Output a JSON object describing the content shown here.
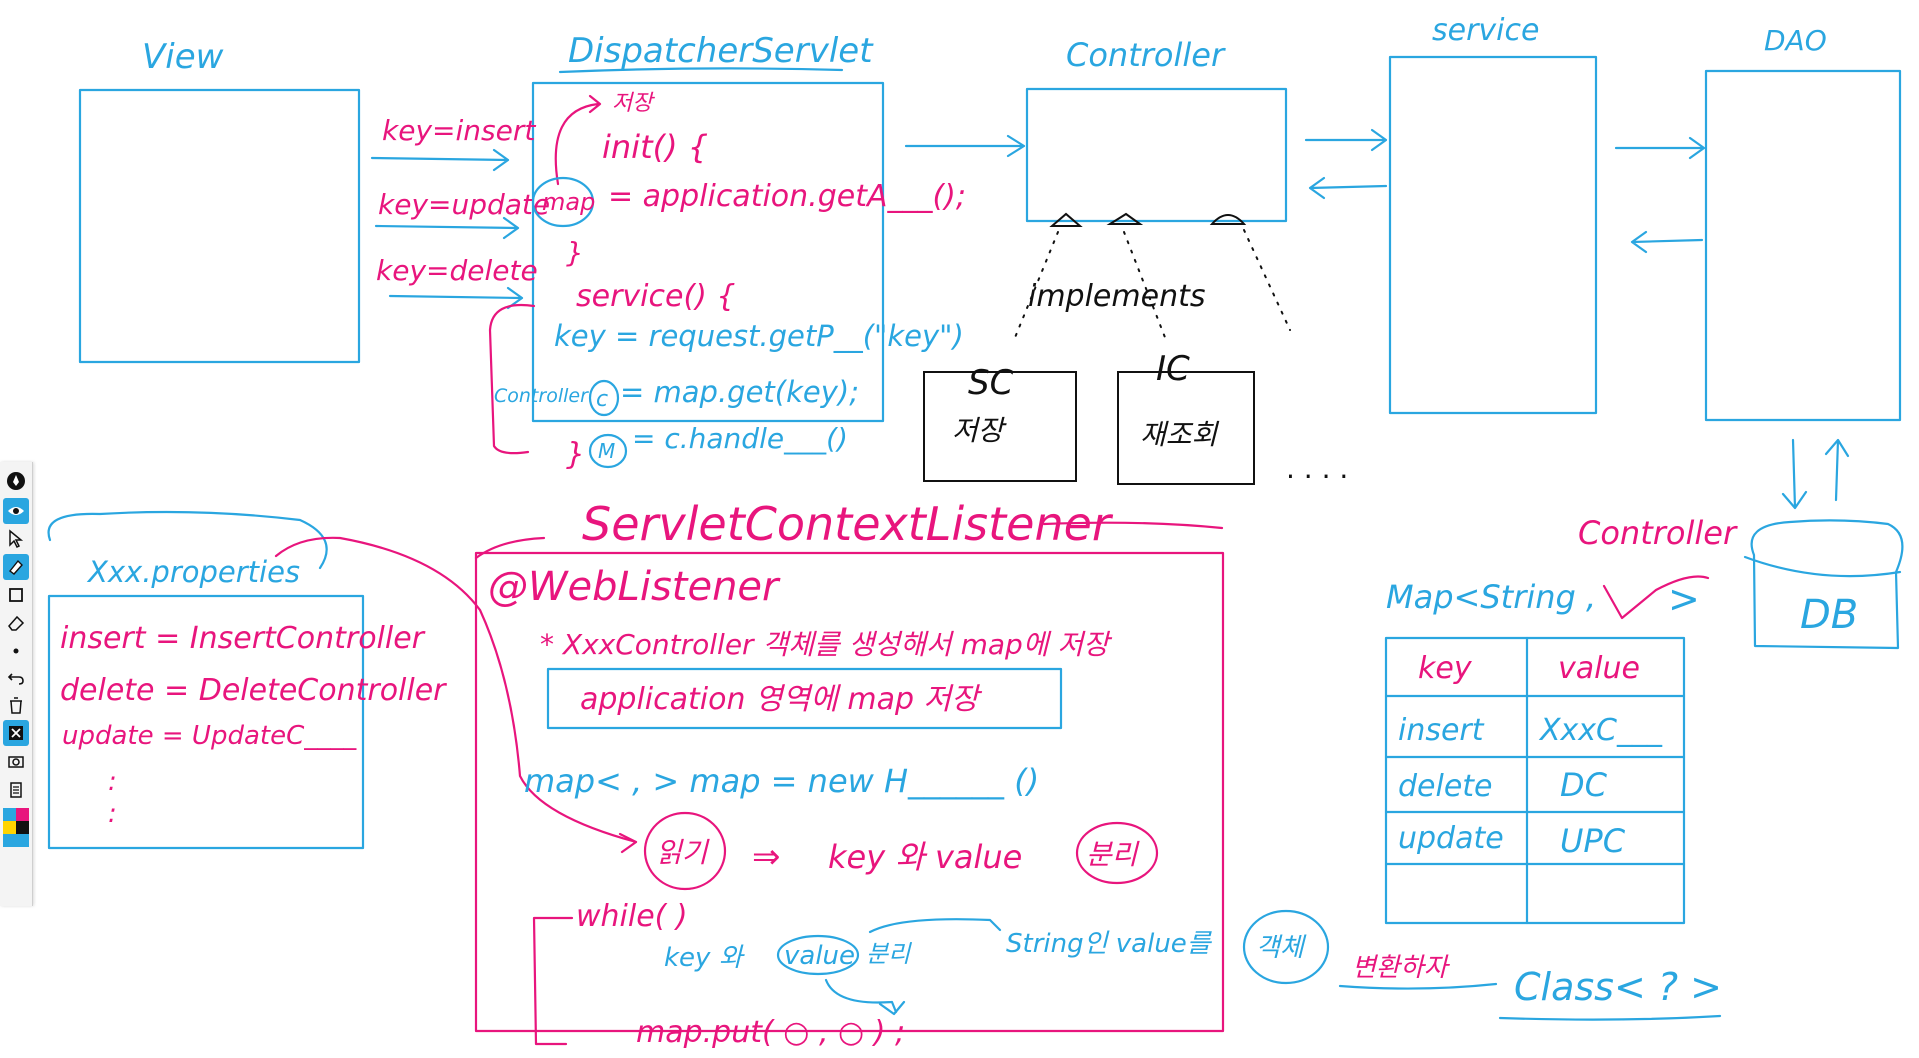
{
  "layers": {
    "view": "View",
    "dispatcher": "DispatcherServlet",
    "controller": "Controller",
    "service": "service",
    "dao": "DAO",
    "db": "DB"
  },
  "requests": [
    "key=insert",
    "key=update",
    "key=delete"
  ],
  "dispatcher_code": {
    "note": "저장",
    "init": "init()  {",
    "map_word": "map",
    "map_assign": "= application.getA___();",
    "close1": "}",
    "service": "service()  {",
    "key_line": "key = request.getP__(\"key\")",
    "ctrl_type": "Controller",
    "ctrl_var": "c",
    "ctrl_line": "= map.get(key);",
    "m_var": "M",
    "handle_line": "= c.handle___()",
    "close2": "}"
  },
  "implements": {
    "label": "implements",
    "boxes": [
      {
        "tag": "SC",
        "name": "저장"
      },
      {
        "tag": "IC",
        "name": "재조회"
      }
    ],
    "ellipsis": ". . . ."
  },
  "properties": {
    "file": "Xxx.properties",
    "lines": [
      "insert = InsertController",
      "delete = DeleteController",
      "update = UpdateC____"
    ],
    "dots": ":"
  },
  "listener": {
    "title": "ServletContextListener",
    "annotation": "@WebListener",
    "note1": "* XxxController 객체를 생성해서 map에 저장",
    "note2": "application 영역에 map 저장",
    "map_decl": "map< , >   map = new H______ ()",
    "read_circle": "읽기",
    "arrow": "⇒",
    "read_text": "key 와 value",
    "split_circle": "분리",
    "while": "while(          )",
    "loop_key": "key 와",
    "loop_value": "value",
    "loop_split": "분리",
    "string_note": "String인 value를",
    "object_circle": "객체",
    "map_put": "map.put( ○ , ○ ) ;",
    "convert_note": "변환하자",
    "class_note": "Class< ? >"
  },
  "map_table": {
    "controller_label": "Controller",
    "generic": "Map<String ,",
    "generic_close": ">",
    "headers": [
      "key",
      "value"
    ],
    "rows": [
      [
        "insert",
        "XxxC___"
      ],
      [
        "delete",
        "DC"
      ],
      [
        "update",
        "UPC"
      ],
      [
        "",
        ""
      ]
    ]
  },
  "colors": {
    "blue": "#2aa6e0",
    "pink": "#e8157d",
    "black": "#111111"
  },
  "toolbar": {
    "tools": [
      "pen-icon",
      "eye-icon",
      "pointer-icon",
      "highlighter-icon",
      "rectangle-icon",
      "eraser-icon",
      "dot-icon",
      "undo-icon",
      "trash-icon",
      "close-board-icon",
      "camera-icon",
      "clipboard-icon"
    ],
    "swatches": [
      "#2aa6e0",
      "#e8157d",
      "#ffd400",
      "#111111",
      "#2aa6e0",
      "#2aa6e0"
    ]
  }
}
